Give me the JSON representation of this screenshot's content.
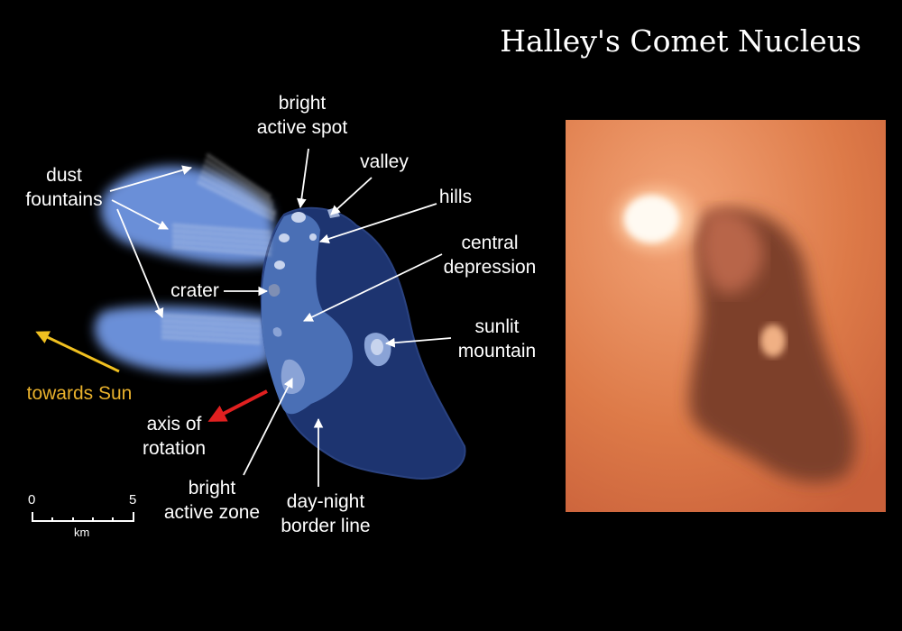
{
  "title": "Halley's Comet Nucleus",
  "labels": {
    "dust_fountains": [
      "dust",
      "fountains"
    ],
    "bright_active_spot": [
      "bright",
      "active spot"
    ],
    "valley": "valley",
    "hills": "hills",
    "central_depression": [
      "central",
      "depression"
    ],
    "crater": "crater",
    "sunlit_mountain": [
      "sunlit",
      "mountain"
    ],
    "towards_sun": "towards Sun",
    "axis_of_rotation": [
      "axis of",
      "rotation"
    ],
    "bright_active_zone": [
      "bright",
      "active zone"
    ],
    "day_night_border": [
      "day-night",
      "border line"
    ]
  },
  "scale_bar": {
    "min": "0",
    "max": "5",
    "unit": "km"
  },
  "colors": {
    "night_side": "#1d3470",
    "day_side": "#4a6fb5",
    "dust_glow": "#6a8fd8",
    "sun_arrow": "#f0c020",
    "axis_arrow": "#e02020",
    "photo_background": "#d97447"
  }
}
